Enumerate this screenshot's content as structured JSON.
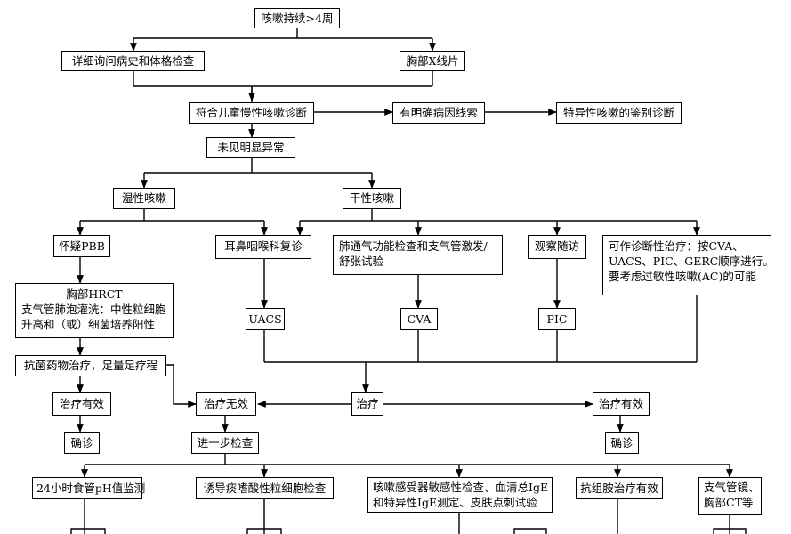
{
  "nodes": {
    "cough4w": "咳嗽持续>4周",
    "history": "详细询问病史和体格检查",
    "xray": "胸部X线片",
    "chronic": "符合儿童慢性咳嗽诊断",
    "clue": "有明确病因线索",
    "specific": "特异性咳嗽的鉴别诊断",
    "noabn": "未见明显异常",
    "wet": "湿性咳嗽",
    "dry": "干性咳嗽",
    "pbb": "怀疑PBB",
    "ent": "耳鼻咽喉科复诊",
    "lung": [
      "肺通气功能检查和支气管激发/",
      "舒张试验"
    ],
    "observe": "观察随访",
    "diagtx": [
      "可作诊断性治疗：按CVA、",
      "UACS、PIC、GERC顺序进行。",
      "要考虑过敏性咳嗽(AC)的可能"
    ],
    "hrct": [
      "胸部HRCT",
      "支气管肺泡灌洗：中性粒细胞",
      "升高和（或）细菌培养阳性"
    ],
    "uacs": "UACS",
    "cva": "CVA",
    "pic": "PIC",
    "abx": "抗菌药物治疗，足量足疗程",
    "eff1": "治疗有效",
    "ineff": "治疗无效",
    "treat": "治疗",
    "eff2": "治疗有效",
    "dx1": "确诊",
    "further": "进一步检查",
    "dx2": "确诊",
    "ph": "24小时食管pH值监测",
    "sputum": "诱导痰嗜酸性粒细胞检查",
    "sens": [
      "咳嗽感受器敏感性检查、血清总IgE",
      "和特异性IgE测定、皮肤点刺试验"
    ],
    "antihist": "抗组胺治疗有效",
    "bronch": [
      "支气管镜、",
      "胸部CT等"
    ]
  }
}
